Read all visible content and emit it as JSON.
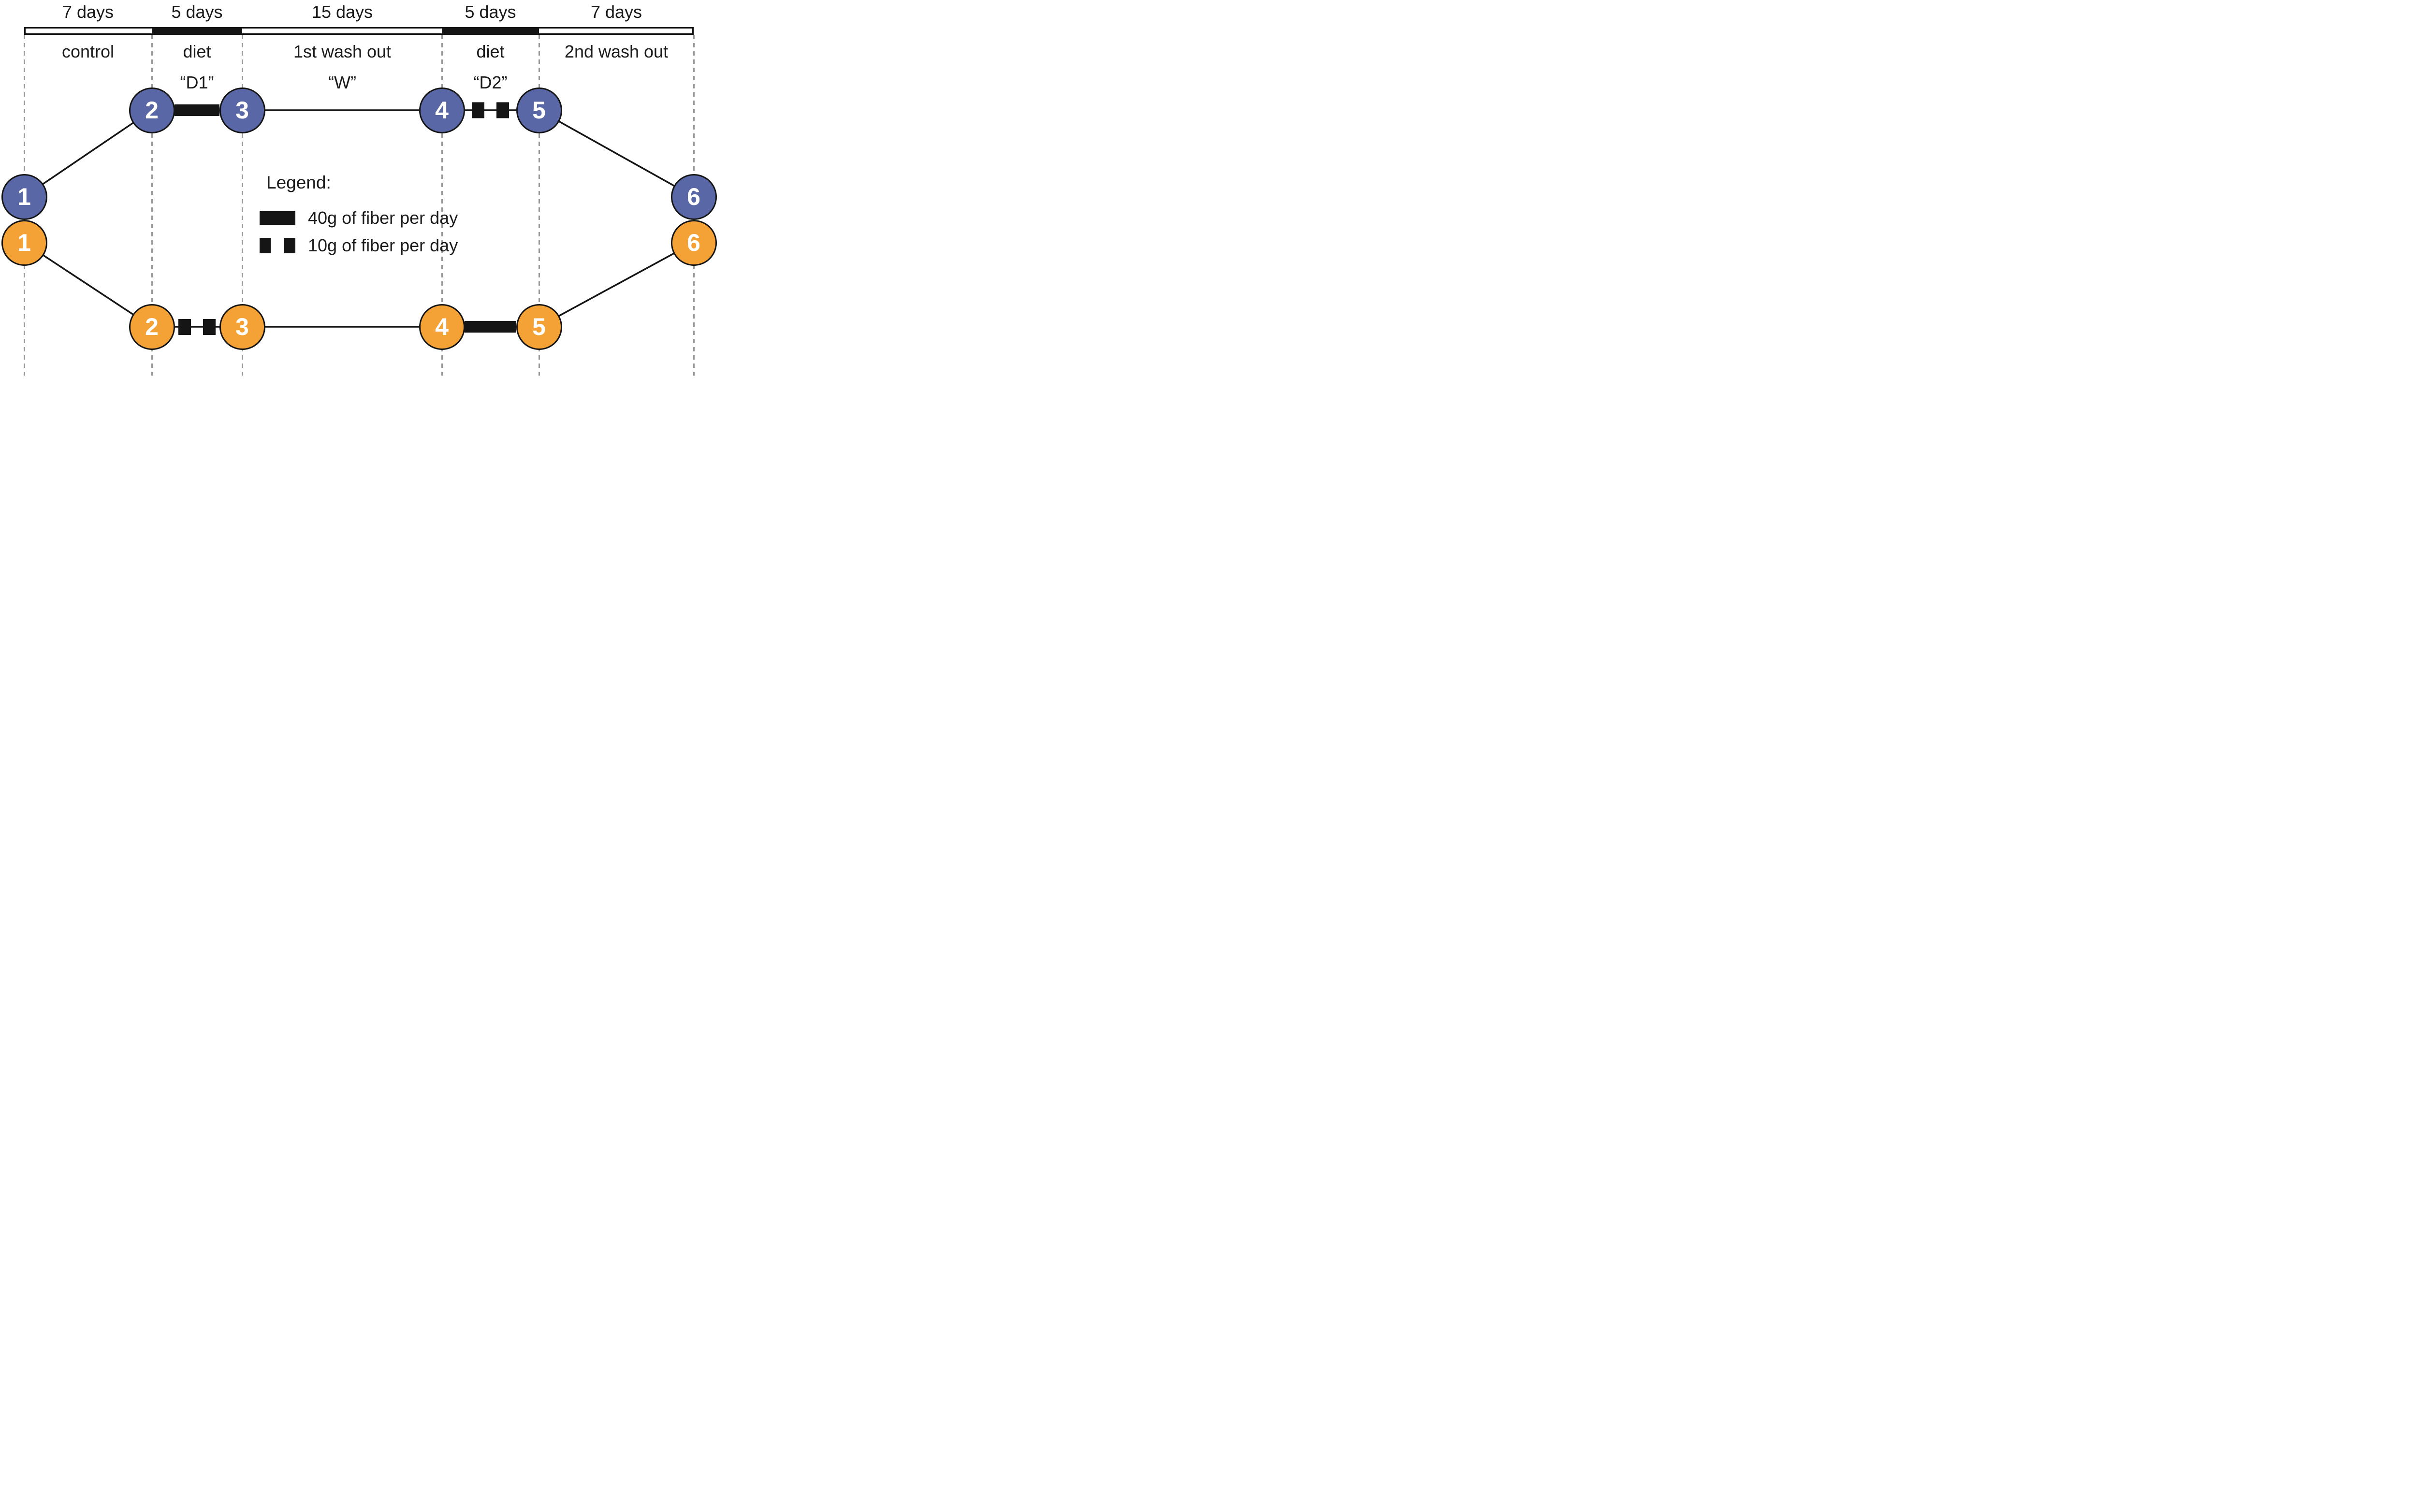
{
  "figure": {
    "type": "crossover-study-design-diagram"
  },
  "palette": {
    "blue_arm": "#5A67A6",
    "orange_arm": "#F4A235",
    "line_black": "#151515",
    "dash_gray": "#999999",
    "background": "#FFFFFF"
  },
  "timeline": {
    "phases": [
      {
        "duration": "7 days",
        "name": "control",
        "code": ""
      },
      {
        "duration": "5 days",
        "name": "diet",
        "code": "“D1”"
      },
      {
        "duration": "15 days",
        "name": "1st wash out",
        "code": "“W”"
      },
      {
        "duration": "5 days",
        "name": "diet",
        "code": "“D2”"
      },
      {
        "duration": "7 days",
        "name": "2nd wash out",
        "code": ""
      }
    ]
  },
  "arms": {
    "blue": {
      "color": "#5A67A6",
      "nodes": [
        "1",
        "2",
        "3",
        "4",
        "5",
        "6"
      ]
    },
    "orange": {
      "color": "#F4A235",
      "nodes": [
        "1",
        "2",
        "3",
        "4",
        "5",
        "6"
      ]
    }
  },
  "legend": {
    "title": "Legend:",
    "items": [
      {
        "swatch": "solid-bar",
        "label": "40g of fiber per day"
      },
      {
        "swatch": "two-squares",
        "label": "10g of fiber per day"
      }
    ]
  }
}
